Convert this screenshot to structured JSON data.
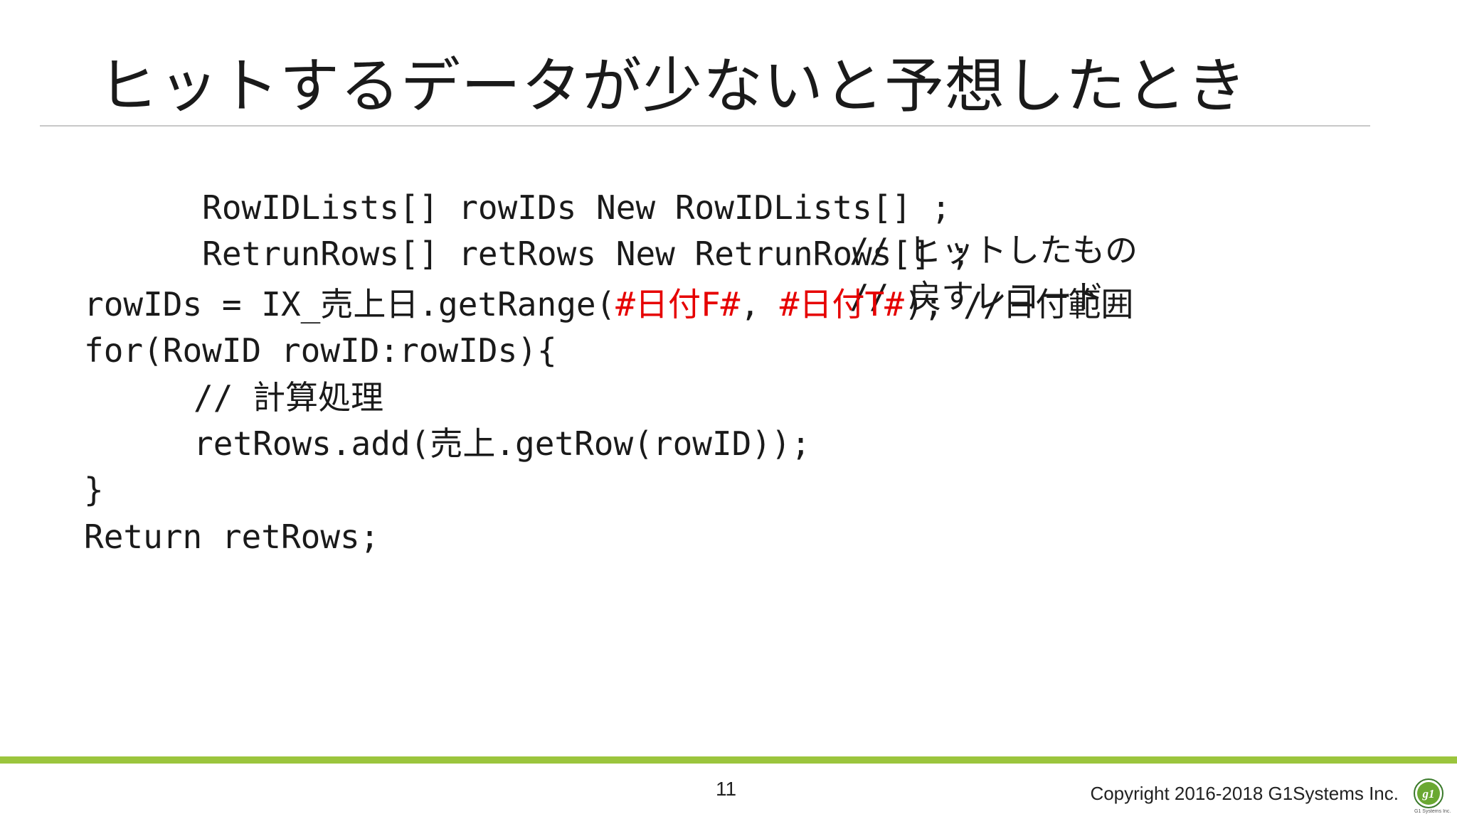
{
  "title": "ヒットするデータが少ないと予想したとき",
  "code": {
    "line1": {
      "code": "RowIDLists[] rowIDs New RowIDLists[] ;",
      "comment": "// ヒットしたもの"
    },
    "line2": {
      "code": "RetrunRows[] retRows New RetrunRows[] ;",
      "comment": "// 戻すレコード"
    },
    "line3": {
      "prefix": "rowIDs = IX_売上日.getRange(",
      "param1": "#日付F#",
      "sep": ", ",
      "param2": "#日付T#",
      "suffix": "); //日付範囲"
    },
    "line4": "for(RowID rowID:rowIDs){",
    "line5": "// 計算処理",
    "line6": "retRows.add(売上.getRow(rowID));",
    "line7": "}",
    "line8": "Return retRows;"
  },
  "footer": {
    "page_number": "11",
    "copyright": "Copyright 2016-2018 G1Systems Inc.",
    "logo_text": "G1 Systems Inc."
  },
  "colors": {
    "accent_green": "#9bc53d",
    "highlight_red": "#e60000"
  }
}
